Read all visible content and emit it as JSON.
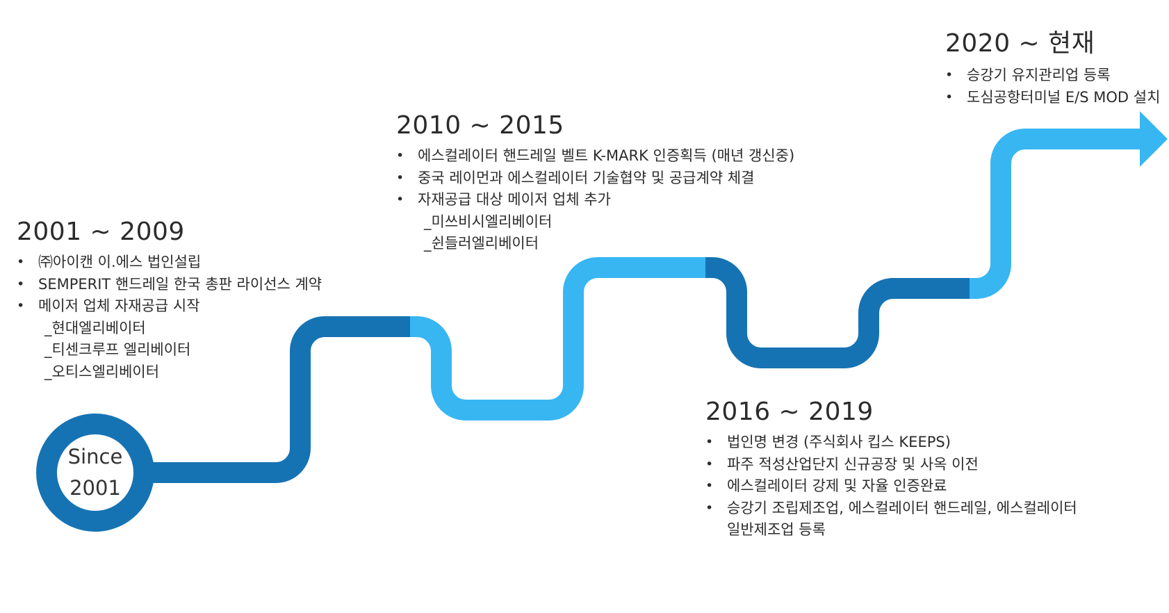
{
  "colors": {
    "dark_blue": "#1673B3",
    "light_blue": "#38B6F2",
    "text": "#2B2B2B"
  },
  "start_badge": {
    "line1": "Since",
    "line2": "2001"
  },
  "periods": [
    {
      "title": "2001 ~ 2009",
      "items": [
        {
          "type": "bullet",
          "text": "㈜아이캔 이.에스 법인설립"
        },
        {
          "type": "bullet",
          "text": "SEMPERIT 핸드레일 한국 총판 라이선스  계약"
        },
        {
          "type": "bullet",
          "text": "메이저 업체 자재공급 시작"
        },
        {
          "type": "sub",
          "text": "_현대엘리베이터"
        },
        {
          "type": "sub",
          "text": "_티센크루프 엘리베이터"
        },
        {
          "type": "sub",
          "text": "_오티스엘리베이터"
        }
      ]
    },
    {
      "title": "2010 ~ 2015",
      "items": [
        {
          "type": "bullet",
          "text": "에스컬레이터 핸드레일 벨트  K-MARK 인증획득 (매년 갱신중)"
        },
        {
          "type": "bullet",
          "text": "중국 레이먼과 에스컬레이터 기술협약 및 공급계약 체결"
        },
        {
          "type": "bullet",
          "text": "자재공급 대상 메이저 업체 추가"
        },
        {
          "type": "sub",
          "text": "_미쓰비시엘리베이터"
        },
        {
          "type": "sub",
          "text": "_쉰들러엘리베이터"
        }
      ]
    },
    {
      "title": "2016 ~ 2019",
      "items": [
        {
          "type": "bullet",
          "text": "법인명 변경 (주식회사 킵스 KEEPS)"
        },
        {
          "type": "bullet",
          "text": "파주 적성산업단지 신규공장 및 사옥 이전"
        },
        {
          "type": "bullet",
          "text": "에스컬레이터 강제 및 자율 인증완료"
        },
        {
          "type": "bullet",
          "text": "승강기  조립제조업,  에스컬레이터  핸드레일,  에스컬레이터"
        },
        {
          "type": "cont",
          "text": "일반제조업 등록"
        }
      ]
    },
    {
      "title": "2020 ~ 현재",
      "items": [
        {
          "type": "bullet",
          "text": "승강기 유지관리업 등록"
        },
        {
          "type": "bullet",
          "text": "도심공항터미널 E/S MOD 설치"
        }
      ]
    }
  ],
  "bullet_char": "•"
}
